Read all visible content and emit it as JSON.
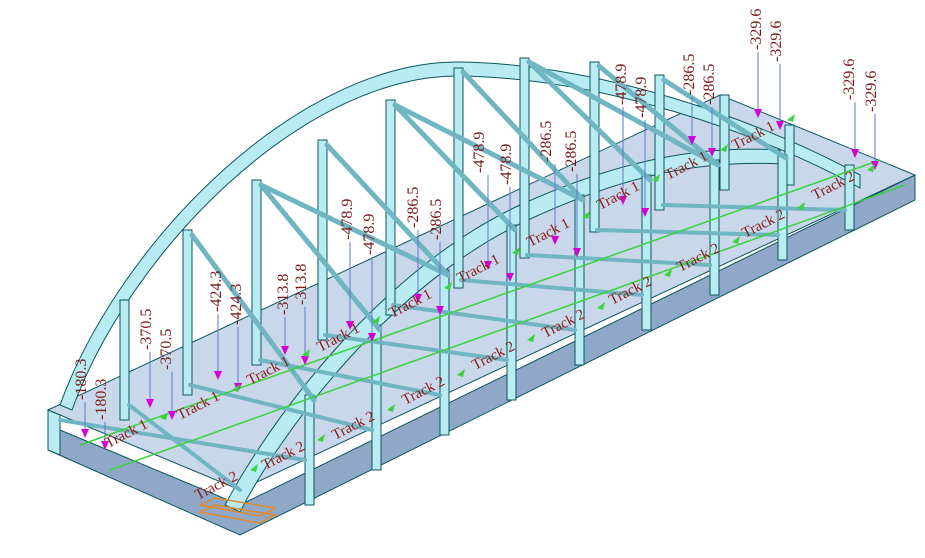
{
  "model": {
    "view": "3D structural model of tied-arch railway bridge with applied point loads",
    "colors": {
      "steel_fill": "#b9ecf2",
      "steel_dark": "#6fb6c2",
      "steel_edge": "#0b5560",
      "deck_side": "#8fa8c8",
      "deck_top": "#c9d7ea",
      "load_arrow": "#d400d4",
      "load_stem": "#6677cc",
      "load_text": "#7a1a1a",
      "track_line": "#3bd23b",
      "track_text": "#8b1a1a",
      "support": "#e08a2a"
    }
  },
  "loads": [
    {
      "value": "-180.3"
    },
    {
      "value": "-180.3"
    },
    {
      "value": "-370.5"
    },
    {
      "value": "-370.5"
    },
    {
      "value": "-424.3"
    },
    {
      "value": "-424.3"
    },
    {
      "value": "-313.8"
    },
    {
      "value": "-313.8"
    },
    {
      "value": "-478.9"
    },
    {
      "value": "-478.9"
    },
    {
      "value": "-286.5"
    },
    {
      "value": "-286.5"
    },
    {
      "value": "-478.9"
    },
    {
      "value": "-478.9"
    },
    {
      "value": "-286.5"
    },
    {
      "value": "-286.5"
    },
    {
      "value": "-478.9"
    },
    {
      "value": "-478.9"
    },
    {
      "value": "-286.5"
    },
    {
      "value": "-286.5"
    },
    {
      "value": "-329.6"
    },
    {
      "value": "-329.6"
    },
    {
      "value": "-329.6"
    },
    {
      "value": "-329.6"
    }
  ],
  "track_labels": {
    "track1": "Track 1",
    "track2": "Track 2"
  }
}
